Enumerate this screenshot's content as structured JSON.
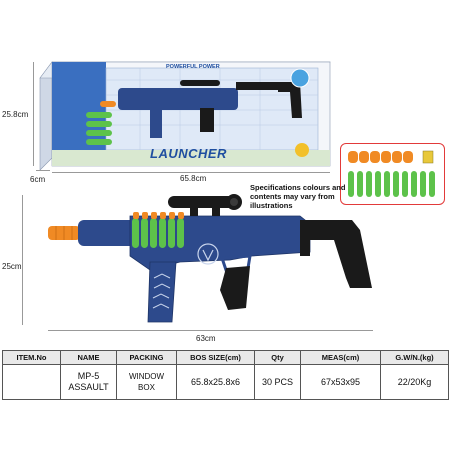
{
  "dimensions": {
    "box_height": "25.8cm",
    "box_depth": "6cm",
    "box_length": "65.8cm",
    "gun_height": "25cm",
    "gun_length": "63cm"
  },
  "box": {
    "brand": "LAUNCHER",
    "tagline": "POWERFUL POWER"
  },
  "note": "Specifications colours and contents may vary from illustrations",
  "table": {
    "headers": [
      "ITEM.No",
      "NAME",
      "PACKING",
      "BOS SIZE(cm)",
      "Qty",
      "MEAS(cm)",
      "G.W/N.(kg)"
    ],
    "row": {
      "item_no": "",
      "name_line1": "MP-5",
      "name_line2": "ASSAULT",
      "packing_line1": "WINDOW",
      "packing_line2": "BOX",
      "box_size": "65.8x25.8x6",
      "qty": "30 PCS",
      "meas": "67x53x95",
      "weight": "22/20Kg"
    }
  },
  "colors": {
    "gun_blue": "#2d4a8c",
    "box_blue": "#3a6fc0",
    "dart_green": "#5dc24a",
    "dart_orange": "#f08a24",
    "stock_black": "#1a1a1a",
    "callout_red": "#e23a3a"
  }
}
